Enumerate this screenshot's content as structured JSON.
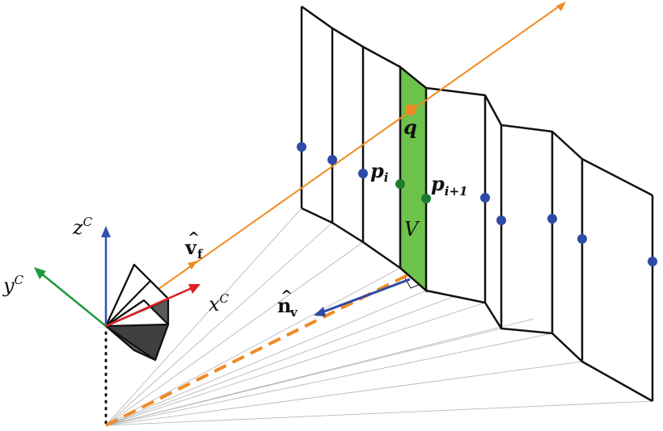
{
  "labels": {
    "z_axis": "z",
    "z_sup": "C",
    "y_axis": "y",
    "y_sup": "C",
    "x_axis": "x",
    "x_sup": "C",
    "view_dir": "v",
    "view_dir_hat": "^",
    "view_dir_sub": "f",
    "normal": "n",
    "normal_hat": "^",
    "normal_sub": "v",
    "q": "q",
    "p_i": "p",
    "p_i_sub": "i",
    "p_i1": "p",
    "p_i1_sub": "i+1",
    "V": "V"
  },
  "colors": {
    "orange": "#f08a24",
    "green": "#6cc24a",
    "dark_green": "#1e7a2e",
    "blue_dot": "#2e4aa8",
    "red": "#e02020",
    "axis_green": "#1a9a3a",
    "axis_blue": "#3050b0",
    "camera_dark": "#555555"
  }
}
